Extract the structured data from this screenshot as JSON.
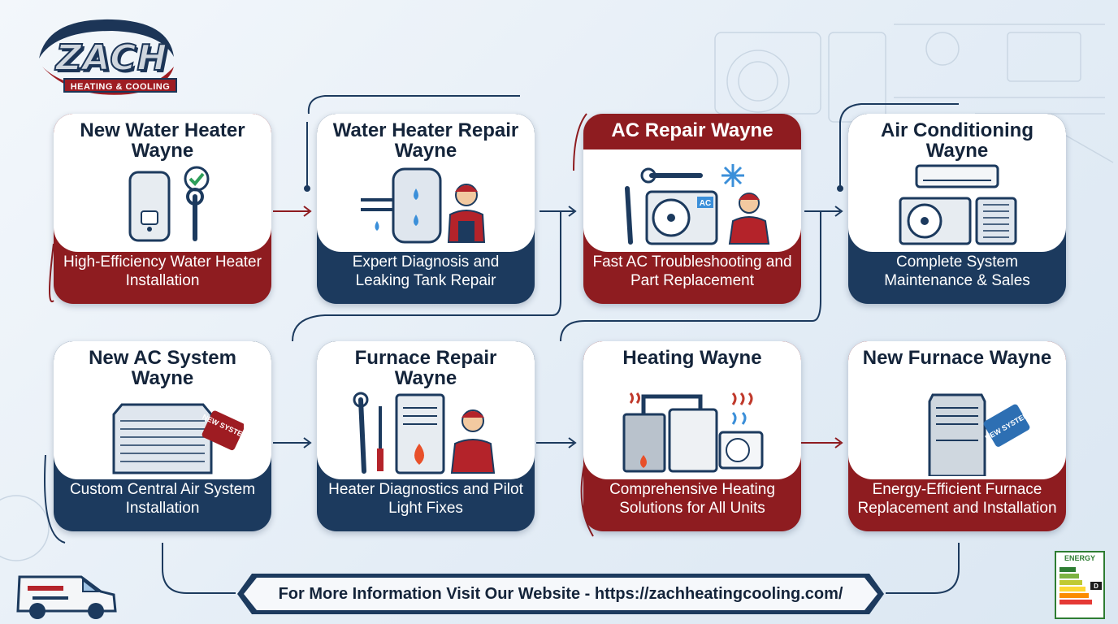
{
  "brand": {
    "logo_text": "ZACH",
    "logo_tagline": "HEATING & COOLING",
    "colors": {
      "red": "#8e1c20",
      "navy": "#1c3a5e",
      "dark_text": "#14243a"
    }
  },
  "cards": [
    {
      "title": "New Water Heater Wayne",
      "description": "High-Efficiency Water Heater Installation",
      "theme": "red",
      "icon": "water-heater-icon"
    },
    {
      "title": "Water Heater Repair Wayne",
      "description": "Expert Diagnosis and Leaking Tank Repair",
      "theme": "blue",
      "icon": "water-tank-repair-icon"
    },
    {
      "title": "AC Repair Wayne",
      "description": "Fast AC Troubleshooting and Part Replacement",
      "theme": "red",
      "icon": "ac-repair-icon"
    },
    {
      "title": "Air Conditioning Wayne",
      "description": "Complete System Maintenance & Sales",
      "theme": "blue",
      "icon": "air-conditioning-icon"
    },
    {
      "title": "New AC System Wayne",
      "description": "Custom Central Air System Installation",
      "theme": "blue",
      "icon": "ac-unit-icon"
    },
    {
      "title": "Furnace Repair Wayne",
      "description": "Heater Diagnostics and Pilot Light Fixes",
      "theme": "blue",
      "icon": "furnace-repair-icon"
    },
    {
      "title": "Heating Wayne",
      "description": "Comprehensive Heating Solutions for All Units",
      "theme": "red",
      "icon": "heating-system-icon"
    },
    {
      "title": "New Furnace Wayne",
      "description": "Energy-Efficient Furnace Replacement and Installation",
      "theme": "red",
      "icon": "new-furnace-icon"
    }
  ],
  "tags": {
    "new_system": "NEW SYSTEM",
    "ac_label": "AC"
  },
  "footer": {
    "text": "For More Information Visit Our Website - https://zachheatingcooling.com/"
  },
  "energy_label": {
    "title": "ENERGY",
    "grade": "D"
  }
}
